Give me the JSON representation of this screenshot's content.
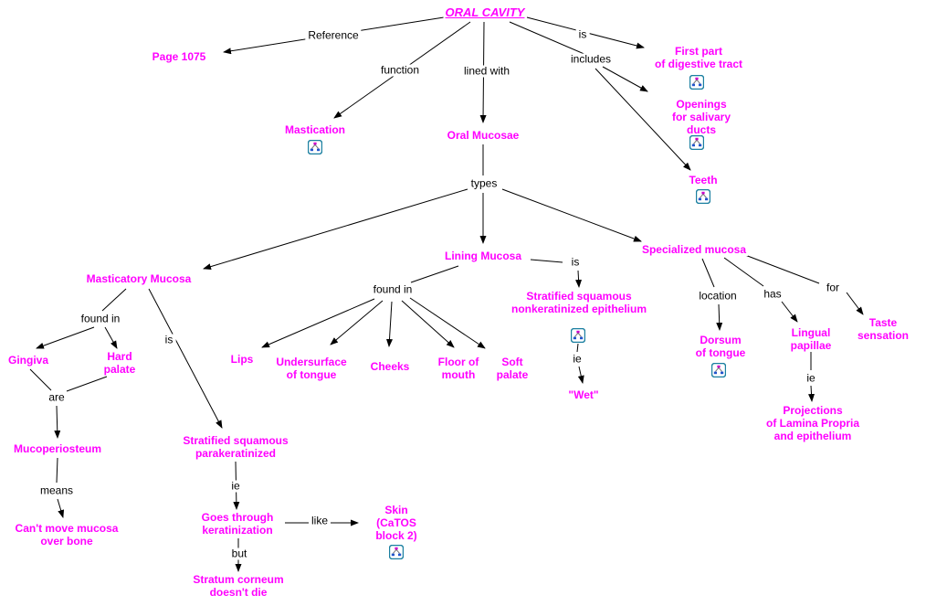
{
  "colors": {
    "node_text": "#ff00ff",
    "link_text": "#000000",
    "connector": "#000000",
    "icon_border": "#1a7fa0",
    "background": "#ffffff"
  },
  "root": {
    "label": "ORAL CAVITY"
  },
  "concepts": {
    "page1075": "Page 1075",
    "mastication": "Mastication",
    "oral_mucosae": "Oral Mucosae",
    "first_part": "First part\nof digestive tract",
    "openings": "Openings\nfor salivary\nducts",
    "teeth": "Teeth",
    "masticatory_mucosa": "Masticatory Mucosa",
    "lining_mucosa": "Lining Mucosa",
    "specialized_mucosa": "Specialized mucosa",
    "gingiva": "Gingiva",
    "hard_palate": "Hard\npalate",
    "mucoperiosteum": "Mucoperiosteum",
    "cant_move": "Can't move mucosa\nover bone",
    "parakeratinized": "Stratified squamous\nparakeratinized",
    "goes_through": "Goes through\nkeratinization",
    "skin": "Skin\n(CaTOS\nblock 2)",
    "stratum_corneum": "Stratum corneum\ndoesn't die",
    "lips": "Lips",
    "undersurface": "Undersurface\nof tongue",
    "cheeks": "Cheeks",
    "floor_of_mouth": "Floor of\nmouth",
    "soft_palate": "Soft\npalate",
    "nonkeratinized": "Stratified squamous\nnonkeratinized epithelium",
    "wet": "\"Wet\"",
    "dorsum": "Dorsum\nof tongue",
    "lingual_papillae": "Lingual\npapillae",
    "taste_sensation": "Taste\nsensation",
    "projections": "Projections\nof Lamina Propria\nand epithelium"
  },
  "links": {
    "reference": "Reference",
    "function": "function",
    "lined_with": "lined with",
    "is_digestive": "is",
    "includes": "includes",
    "types": "types",
    "found_in_mast": "found in",
    "is_mast": "is",
    "are": "are",
    "means": "means",
    "ie_para": "ie",
    "like": "like",
    "but": "but",
    "found_in_lining": "found in",
    "is_lining": "is",
    "ie_wet": "ie",
    "location": "location",
    "has": "has",
    "for": "for",
    "ie_lingual": "ie"
  }
}
